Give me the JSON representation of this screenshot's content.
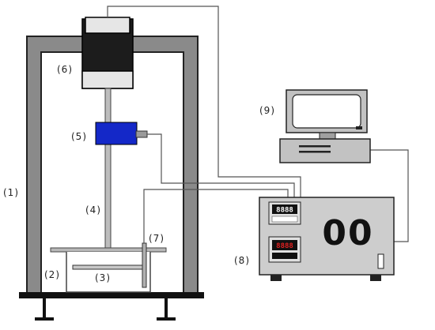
{
  "labels": {
    "frame": "(1)",
    "beaker": "(2)",
    "impeller": "(3)",
    "shaft": "(4)",
    "torque_sensor": "(5)",
    "motor": "(6)",
    "thermometer": "(7)",
    "controller": "(8)",
    "computer": "(9)"
  },
  "controller": {
    "upper_display": "8888",
    "lower_display": "8888",
    "knob_label": "00"
  },
  "colors": {
    "frame": "#8a8a8a",
    "motor": "#1c1c1c",
    "torque_sensor": "#1428c8",
    "controller_body": "#cdcdcd",
    "display_red": "#e02020",
    "background": "#ffffff"
  }
}
